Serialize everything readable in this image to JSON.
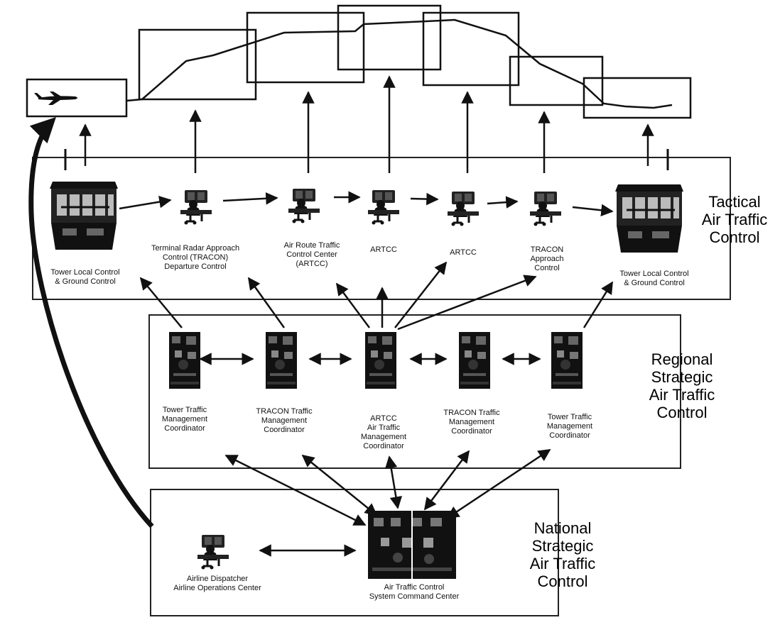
{
  "tiers": {
    "tactical": "Tactical\nAir Traffic\nControl",
    "regional": "Regional\nStrategic\nAir Traffic\nControl",
    "national": "National\nStrategic\nAir Traffic\nControl"
  },
  "tactical_units": {
    "tower_left": "Tower Local Control\n& Ground Control",
    "tracon_departure": "Terminal Radar Approach\nControl (TRACON)\nDeparture Control",
    "artcc_main": "Air Route Traffic\nControl Center\n(ARTCC)",
    "artcc_2": "ARTCC",
    "artcc_3": "ARTCC",
    "tracon_approach": "TRACON\nApproach\nControl",
    "tower_right": "Tower Local Control\n& Ground Control"
  },
  "regional_units": {
    "tower_tmc_left": "Tower Traffic\nManagement\nCoordinator",
    "tracon_tmc_left": "TRACON Traffic\nManagement\nCoordinator",
    "artcc_atmc": "ARTCC\nAir Traffic\nManagement\nCoordinator",
    "tracon_tmc_right": "TRACON Traffic\nManagement\nCoordinator",
    "tower_tmc_right": "Tower Traffic\nManagement\nCoordinator"
  },
  "national_units": {
    "airline": "Airline Dispatcher\nAirline Operations Center",
    "command_center": "Air Traffic Control\nSystem Command Center"
  },
  "icons": {
    "aircraft": "aircraft-icon",
    "tower": "control-tower-icon",
    "controller": "controller-workstation-icon",
    "coordinator": "coordinator-console-icon",
    "dispatcher": "airline-dispatcher-icon",
    "command_center": "command-center-icon"
  },
  "colors": {
    "ink": "#111111",
    "background": "#ffffff"
  }
}
